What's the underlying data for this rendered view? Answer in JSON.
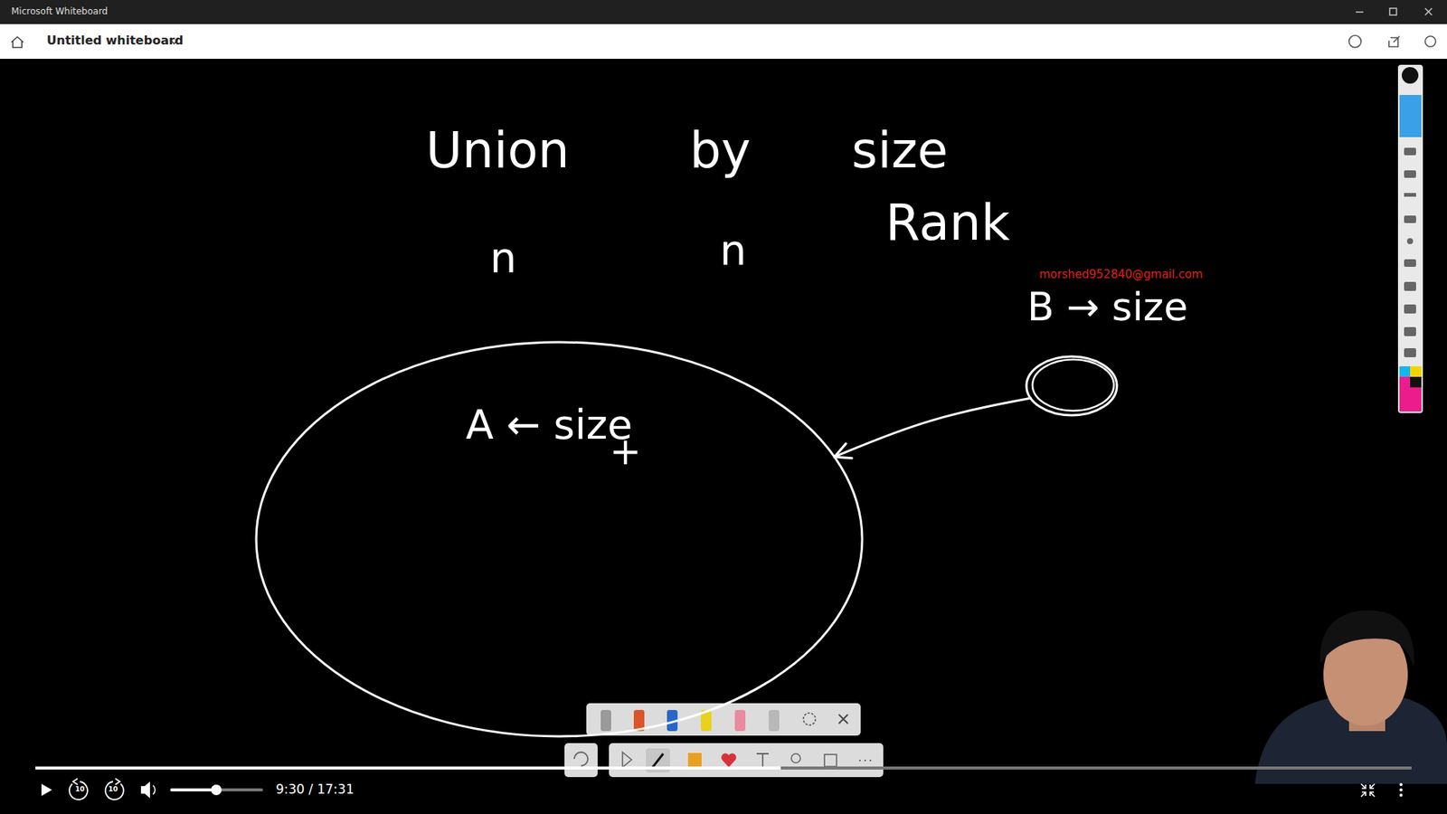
{
  "diagram": {
    "nodes": [
      {
        "text": [
          "A ← size",
          "+"
        ]
      },
      {
        "text": [
          "B → size"
        ]
      }
    ],
    "edges": [
      {
        "from": 1,
        "to": 0,
        "arrow": "to"
      }
    ],
    "labels": [
      "Microsoft Whiteboard",
      "Untitled whiteboard",
      "Union",
      "by",
      "size",
      "n",
      "n",
      "Rank",
      "morshed952840@gmail.com",
      "10",
      "10",
      "9:30 / 17:31"
    ]
  }
}
